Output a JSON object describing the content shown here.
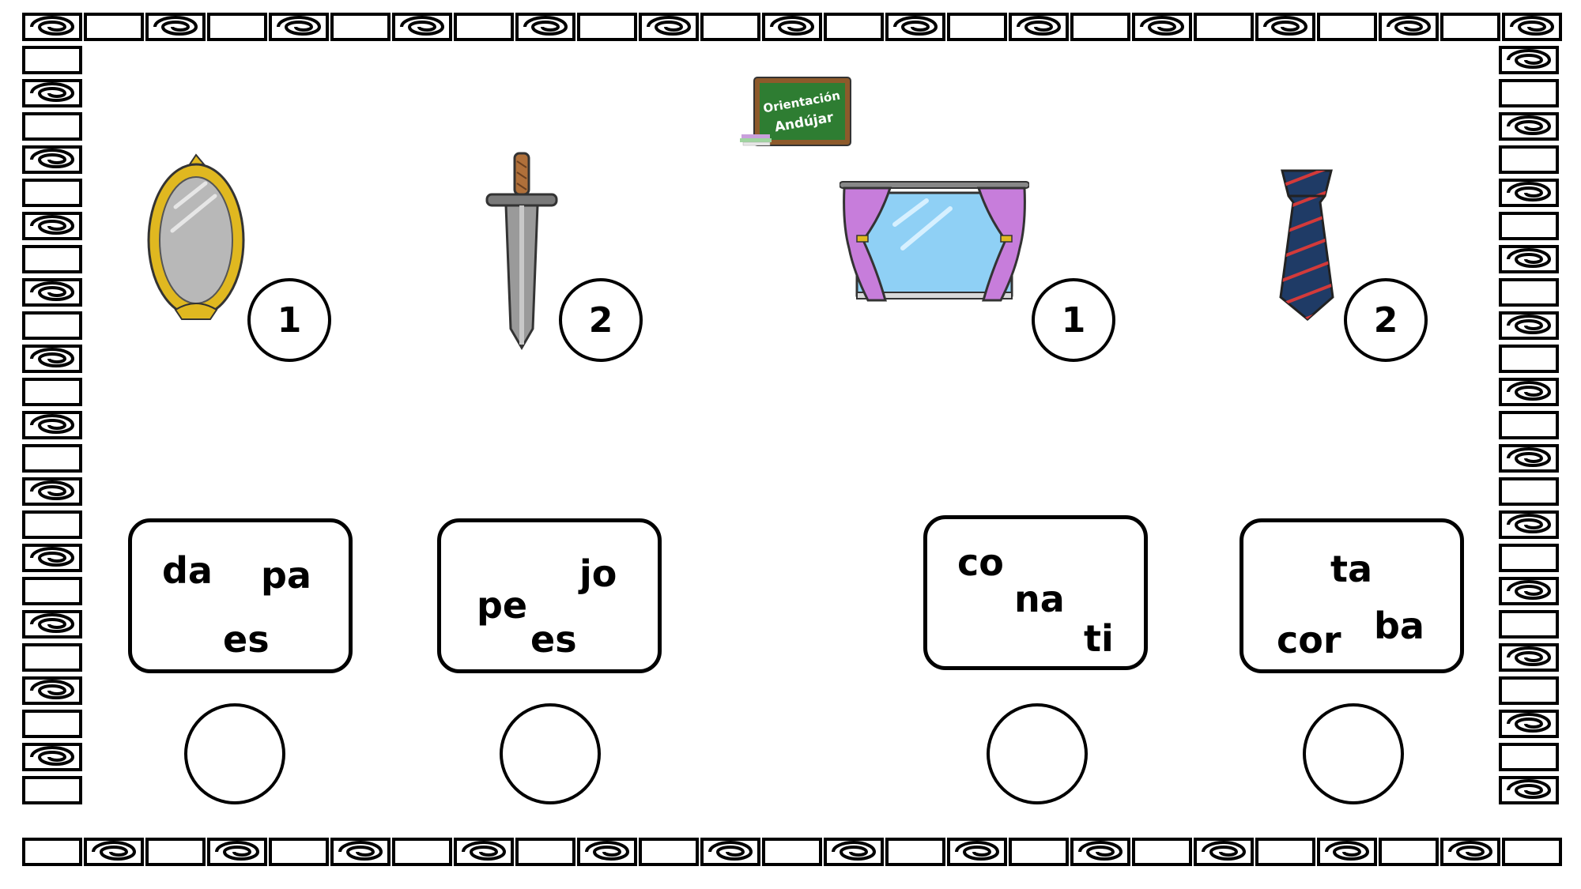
{
  "logo": {
    "line1": "Orientación",
    "line2": "Andújar"
  },
  "exercises": [
    {
      "picture": "mirror-icon",
      "count": "1",
      "syllables": [
        "da",
        "pa",
        "es"
      ]
    },
    {
      "picture": "sword-icon",
      "count": "2",
      "syllables": [
        "jo",
        "pe",
        "es"
      ]
    },
    {
      "picture": "window-icon",
      "count": "1",
      "syllables": [
        "co",
        "na",
        "ti"
      ]
    },
    {
      "picture": "tie-icon",
      "count": "2",
      "syllables": [
        "ta",
        "cor",
        "ba"
      ]
    }
  ],
  "colors": {
    "frame": "#000000",
    "chalkboard": "#2e7d32",
    "chalkboard_frame": "#8d5a2b",
    "mirror_frame": "#e0b820",
    "curtain": "#c77ddb",
    "glass": "#8fd0f5",
    "tie": "#1f3b66",
    "tie_stripe": "#d33a3a"
  }
}
